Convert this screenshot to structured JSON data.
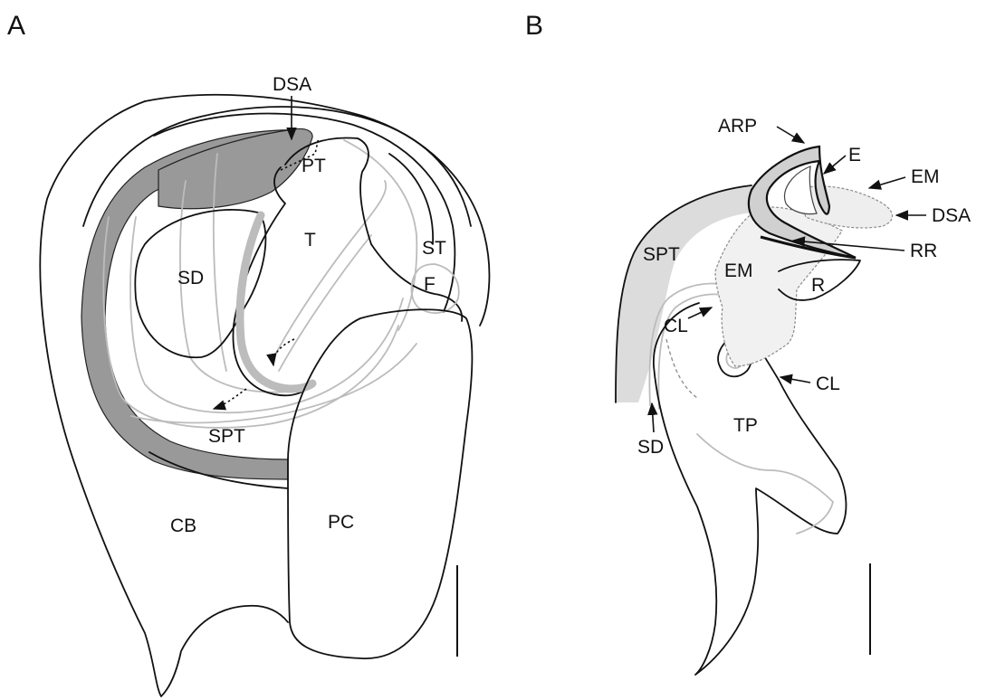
{
  "panels": {
    "a": {
      "letter": "A",
      "labels": {
        "dsa": "DSA",
        "pt": "PT",
        "t": "T",
        "st": "ST",
        "f": "F",
        "sd": "SD",
        "spt": "SPT",
        "cb": "CB",
        "pc": "PC"
      }
    },
    "b": {
      "letter": "B",
      "labels": {
        "arp": "ARP",
        "e": "E",
        "em_top": "EM",
        "dsa": "DSA",
        "rr": "RR",
        "spt": "SPT",
        "em_mid": "EM",
        "r": "R",
        "cl_left": "CL",
        "cl_right": "CL",
        "sd": "SD",
        "tp": "TP"
      }
    }
  },
  "colors": {
    "outline": "#111111",
    "light_gray_duct": "#bcbcbc",
    "dark_gray_fill": "#999999",
    "light_gray_fill": "#dcdcdc",
    "background": "#ffffff"
  }
}
